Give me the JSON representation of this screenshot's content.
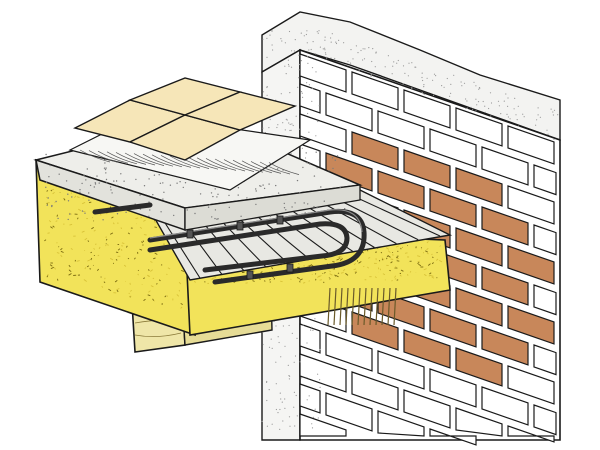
{
  "illustration": {
    "subject": "cutaway-floor-construction",
    "layers": [
      {
        "name": "floor-tiles"
      },
      {
        "name": "screed-layer"
      },
      {
        "name": "heating-pipe-loop"
      },
      {
        "name": "timber-slats"
      },
      {
        "name": "mineral-wool-insulation"
      },
      {
        "name": "timber-beam"
      },
      {
        "name": "brick-wall"
      }
    ],
    "colors": {
      "outline": "#1a1a1a",
      "brick": "#c8875a",
      "brick_light": "#ffffff",
      "insulation": "#f2e35a",
      "insulation_dark": "#d8c238",
      "screed": "#eeeeea",
      "tile": "#f6e6b8",
      "timber": "#efe6a8",
      "slat": "#d9d9d4",
      "pipe": "#2a2a2a",
      "stipple": "#9a9a9a"
    }
  }
}
